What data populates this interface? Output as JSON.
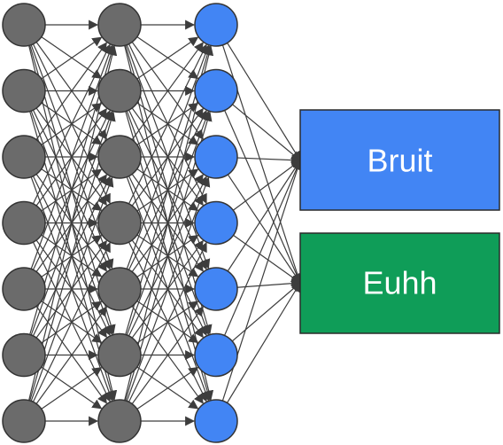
{
  "network": {
    "layers": [
      {
        "kind": "hidden",
        "node_count": 7,
        "fill": "#6b6b6b"
      },
      {
        "kind": "hidden",
        "node_count": 7,
        "fill": "#6b6b6b"
      },
      {
        "kind": "hidden",
        "node_count": 7,
        "fill": "#4285f4"
      }
    ],
    "outputs": [
      {
        "label": "Bruit",
        "fill": "#4285f4"
      },
      {
        "label": "Euhh",
        "fill": "#0f9d58"
      }
    ],
    "colors": {
      "node_stroke": "#333333",
      "edge": "#3d3d3d",
      "box_stroke": "#2b2b2b"
    },
    "connectivity": "fully-connected"
  }
}
